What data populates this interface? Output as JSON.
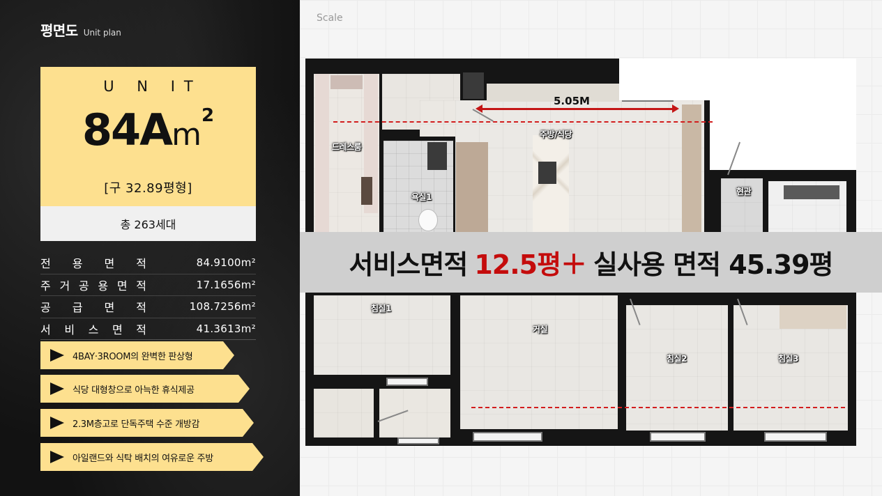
{
  "header": {
    "title_ko": "평면도",
    "title_en": "Unit plan"
  },
  "unit": {
    "label": "U N IT",
    "type": "84A",
    "unit_symbol": "m²",
    "pyeong": "[구 32.89평형]",
    "households": "총 263세대"
  },
  "specs": [
    {
      "label": [
        "전",
        "용",
        "면",
        "적"
      ],
      "value": "84.9100m²"
    },
    {
      "label": [
        "주",
        "거",
        "공",
        "용",
        "면",
        "적"
      ],
      "value": "17.1656m²"
    },
    {
      "label": [
        "공",
        "급",
        "면",
        "적"
      ],
      "value": "108.7256m²"
    },
    {
      "label": [
        "서",
        "비",
        "스",
        "면",
        "적"
      ],
      "value": "41.3613m²"
    }
  ],
  "features": [
    "4BAY·3ROOM의 완벽한 판상형",
    "식당 대형창으로 아늑한 휴식제공",
    "2.3M층고로 단독주택 수준 개방감",
    "아일랜드와 식탁 배치의 여유로운 주방"
  ],
  "plan": {
    "scale_label": "Scale",
    "dimension": "5.05M",
    "rooms": {
      "dressroom": "드레스룸",
      "kitchen": "주방/식당",
      "bath1": "욕실1",
      "entrance": "현관",
      "bedroom1": "침실1",
      "living": "거실",
      "bedroom2": "침실2",
      "bedroom3": "침실3"
    }
  },
  "banner": {
    "part1": "서비스면적",
    "highlight": "12.5평＋",
    "part2": "실사용 면적 45.39평"
  },
  "colors": {
    "accent": "#fde08f",
    "highlight_red": "#c40c0c",
    "sidebar_bg": "#121212"
  }
}
